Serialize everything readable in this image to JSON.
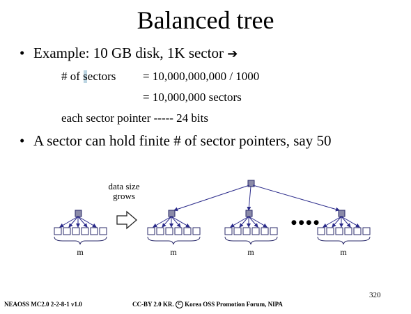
{
  "slide": {
    "title": "Balanced tree",
    "bullets": [
      {
        "text": "Example:  10 GB disk,    1K sector",
        "arrow": "➔"
      },
      {
        "text": "A sector can hold finite # of sector pointers, say 50"
      }
    ],
    "sublines": {
      "sectors_label": "#  of sectors",
      "sectors_expr": "= 10,000,000,000 / 1000",
      "sectors_result": "= 10,000,000 sectors",
      "pointer_line": "each sector pointer -----  24 bits"
    },
    "diagram": {
      "grow_label_1": "data size",
      "grow_label_2": "grows",
      "m_label": "m",
      "ellipsis": "● ● ● ●"
    },
    "footer": {
      "left": "NEAOSS MC2.0 2-2-8-1 v1.0",
      "center_prefix": "CC-BY 2.0 KR.",
      "cc_glyph": "C",
      "center_suffix": "Korea OSS Promotion Forum, NIPA"
    },
    "page_number": "320"
  }
}
